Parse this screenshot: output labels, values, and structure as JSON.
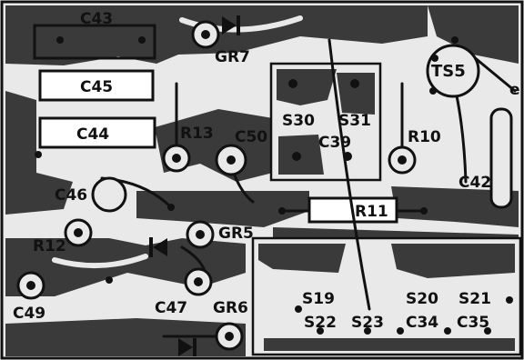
{
  "diagram": {
    "kind": "printed circuit board copper layout (component side overlay)",
    "colors": {
      "copper": "#3a3a3a",
      "copper_light": "#565656",
      "board": "#e9e9e9",
      "ink": "#111111"
    },
    "labels": {
      "c43": "C43",
      "c45": "C45",
      "c44": "C44",
      "gr7": "GR7",
      "r13": "R13",
      "c50": "C50",
      "s30": "S30",
      "s31": "S31",
      "c39": "C39",
      "r10": "R10",
      "ts5": "TS5",
      "e": "e",
      "c42": "C42",
      "c46": "C46",
      "r12": "R12",
      "gr5": "GR5",
      "r11": "R11",
      "c49": "C49",
      "c47": "C47",
      "gr6": "GR6",
      "s19": "S19",
      "s20": "S20",
      "s21": "S21",
      "s22": "S22",
      "s23": "S23",
      "c34": "C34",
      "c35": "C35"
    }
  }
}
